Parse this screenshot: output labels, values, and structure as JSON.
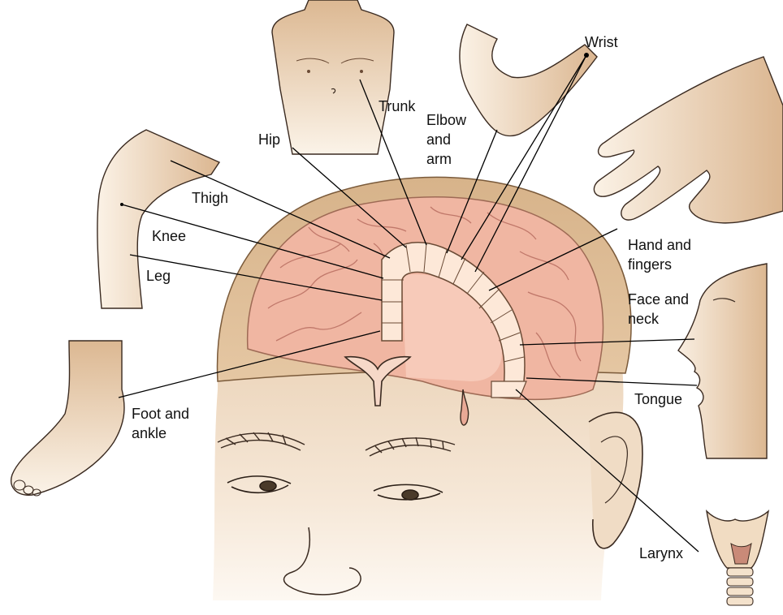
{
  "colors": {
    "skin_light": "#fbf3e9",
    "skin_mid": "#ecd3b4",
    "skin_dark": "#d9b48c",
    "skull": "#d8b48c",
    "brain": "#f0b4a0",
    "brain_fold": "#d9897a",
    "cortex_strip": "#fde9da",
    "leader_line": "#000000"
  },
  "labels": [
    {
      "id": "trunk",
      "text": "Trunk"
    },
    {
      "id": "hip",
      "text": "Hip"
    },
    {
      "id": "elbow-and-arm",
      "lines": [
        "Elbow",
        "and",
        "arm"
      ]
    },
    {
      "id": "wrist",
      "text": "Wrist"
    },
    {
      "id": "thigh",
      "text": "Thigh"
    },
    {
      "id": "knee",
      "text": "Knee"
    },
    {
      "id": "leg",
      "text": "Leg"
    },
    {
      "id": "hand-and-fingers",
      "lines": [
        "Hand and",
        "fingers"
      ]
    },
    {
      "id": "face-and-neck",
      "lines": [
        "Face and",
        "neck"
      ]
    },
    {
      "id": "tongue",
      "text": "Tongue"
    },
    {
      "id": "foot-and-ankle",
      "lines": [
        "Foot and",
        "ankle"
      ]
    },
    {
      "id": "larynx",
      "text": "Larynx"
    }
  ],
  "body_part_icons": [
    "torso-icon",
    "arm-elbow-icon",
    "hand-icon",
    "leg-icon",
    "foot-icon",
    "face-profile-icon",
    "larynx-icon"
  ]
}
